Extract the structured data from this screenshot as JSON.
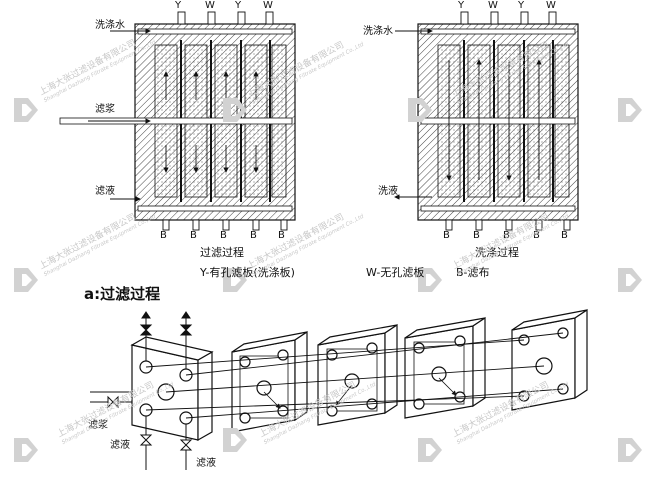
{
  "top_left": {
    "top_labels": [
      "Y",
      "W",
      "Y",
      "W"
    ],
    "bottom_labels": [
      "B",
      "B",
      "B",
      "B",
      "B"
    ],
    "inlet_wash_water": "洗涤水",
    "inlet_slurry": "滤浆",
    "outlet_filtrate": "滤液",
    "caption": "过滤过程"
  },
  "top_right": {
    "top_labels": [
      "Y",
      "W",
      "Y",
      "W"
    ],
    "bottom_labels": [
      "B",
      "B",
      "B",
      "B",
      "B"
    ],
    "inlet_wash_water": "洗涤水",
    "outlet_wash": "洗液",
    "caption": "洗涤过程"
  },
  "legend": {
    "y": "Y-有孔滤板(洗涤板)",
    "w": "W-无孔滤板",
    "b": "B-滤布"
  },
  "section_title": "a:过滤过程",
  "bottom": {
    "slurry": "滤浆",
    "filtrate_1": "滤液",
    "filtrate_2": "滤液"
  },
  "watermark": {
    "cn": "上海大张过滤设备有限公司",
    "en": "Shanghai Dazhang Filtrate Equipment Co.,Ltd",
    "logo_color": "#cfcfcf",
    "text_color": "#c8c8c8"
  }
}
